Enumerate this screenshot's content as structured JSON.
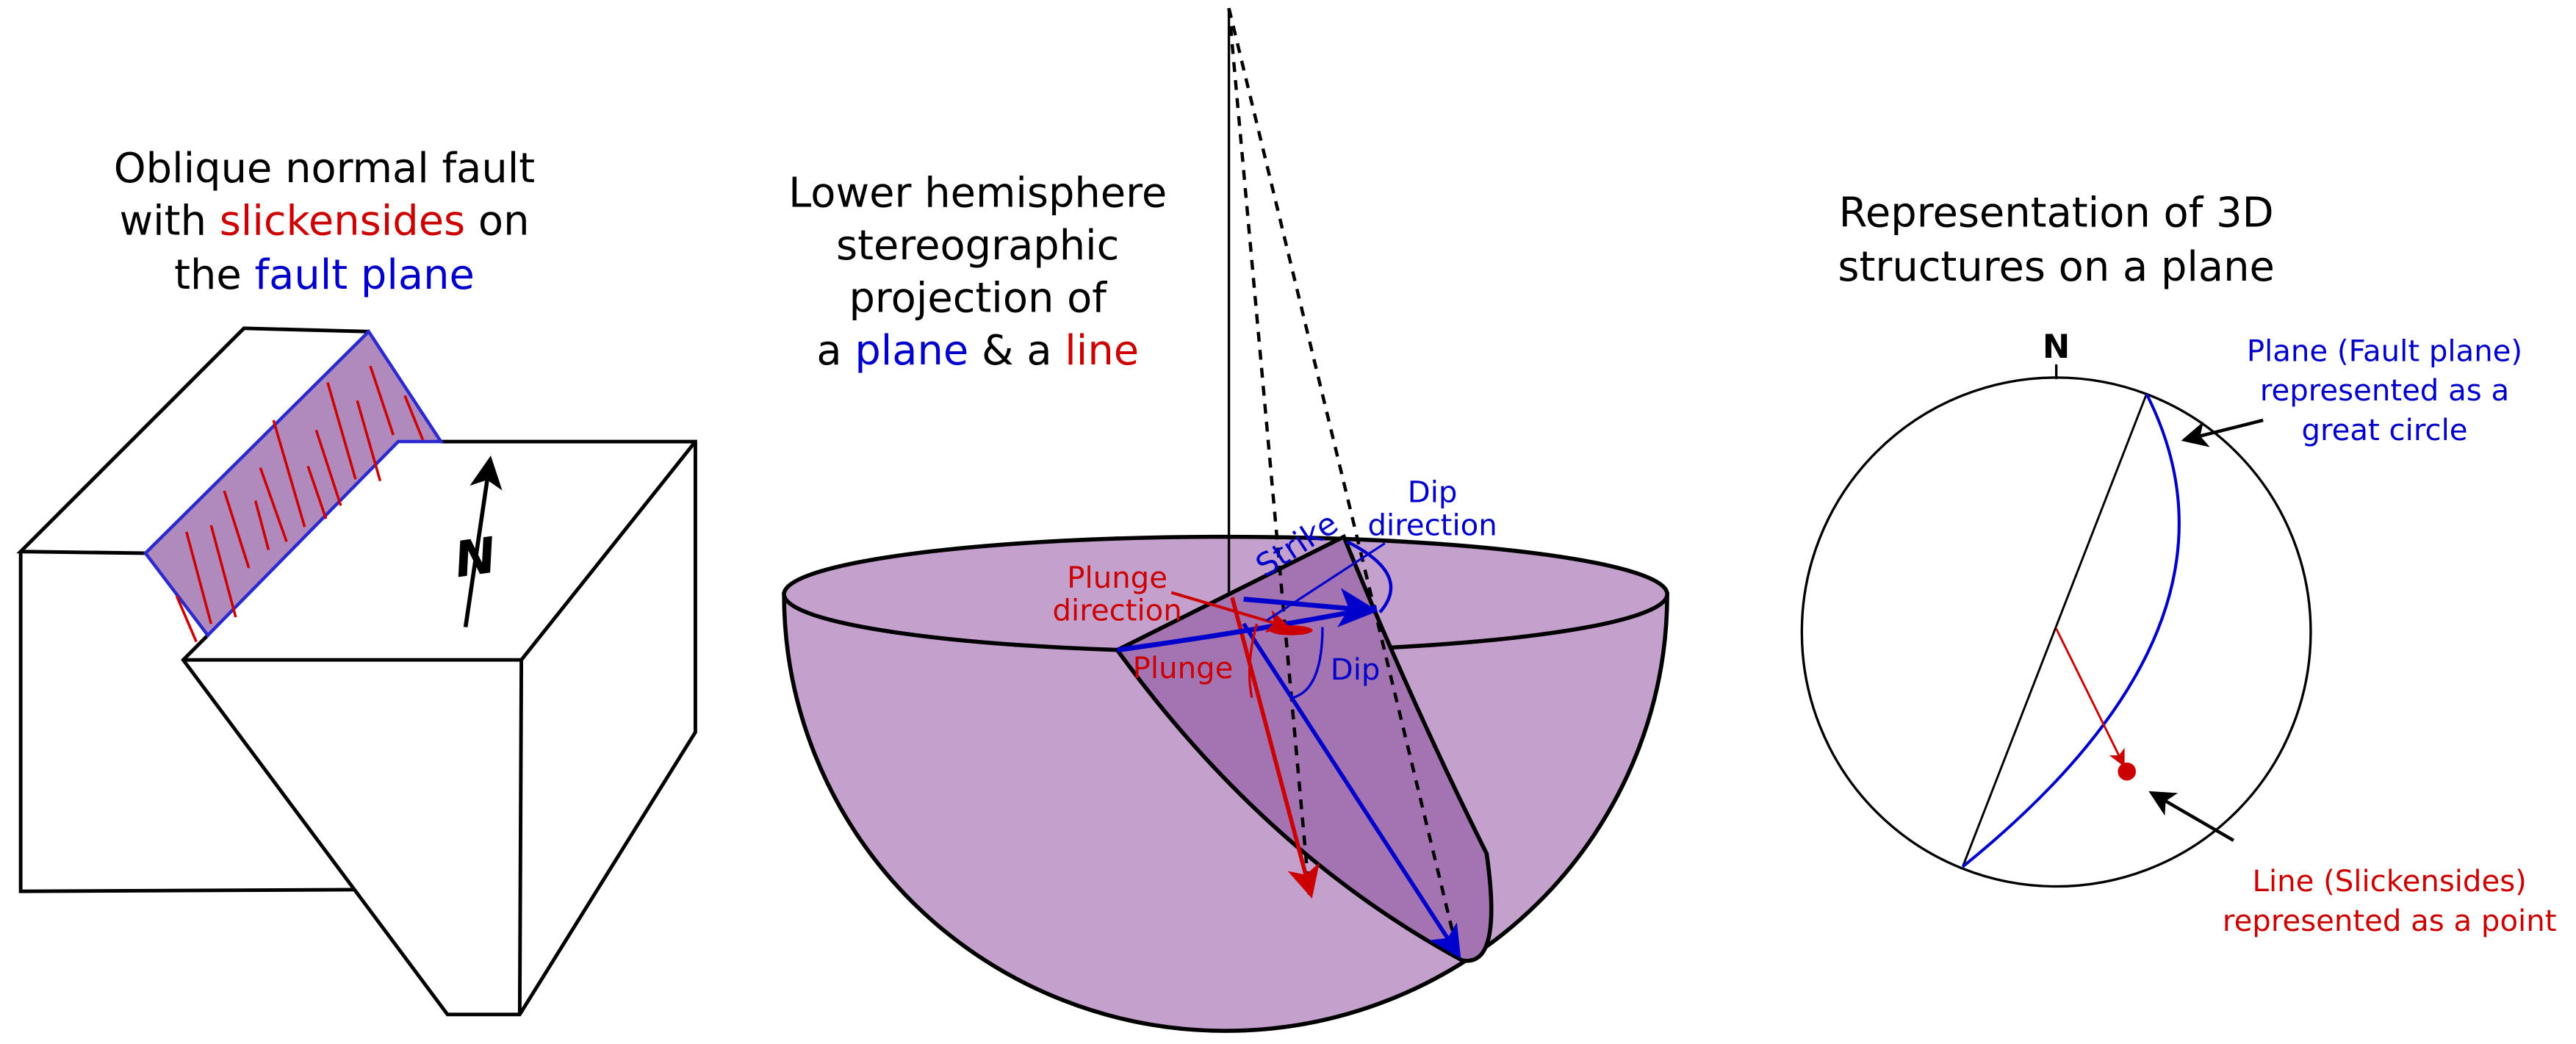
{
  "colors": {
    "plane": "#0000cc",
    "line": "#cc0000",
    "hemisphere": "#c4a1cc",
    "plane_fill": "#a374b1",
    "fault_fill": "#b18abd"
  },
  "panel_left": {
    "title_line1": "Oblique normal fault",
    "title_line2_a": "with ",
    "title_line2_b": "slickensides",
    "title_line2_c": " on",
    "title_line3_a": "the ",
    "title_line3_b": "fault plane",
    "north_label": "N"
  },
  "panel_middle": {
    "title_line1": "Lower hemisphere",
    "title_line2": "stereographic",
    "title_line3": "projection of",
    "title_line4_a": "a ",
    "title_line4_b": "plane",
    "title_line4_c": " & a ",
    "title_line4_d": "line",
    "label_strike": "Strike",
    "label_dip_direction_1": "Dip",
    "label_dip_direction_2": "direction",
    "label_plunge_direction_1": "Plunge",
    "label_plunge_direction_2": "direction",
    "label_plunge": "Plunge",
    "label_dip": "Dip"
  },
  "panel_right": {
    "title_line1": "Representation of 3D",
    "title_line2": "structures on a plane",
    "north_label": "N",
    "plane_label_1": "Plane (Fault plane)",
    "plane_label_2": "represented as a",
    "plane_label_3": "great circle",
    "line_label_1": "Line (Slickensides)",
    "line_label_2": "represented as a point"
  }
}
